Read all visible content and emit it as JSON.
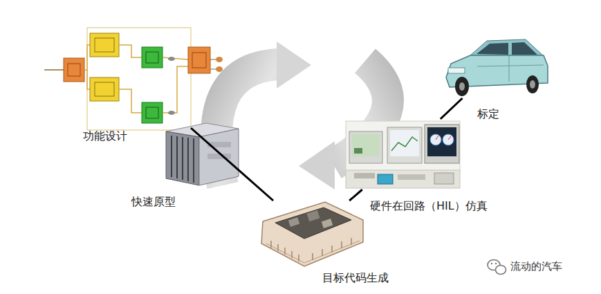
{
  "diagram": {
    "nodes": [
      {
        "text": [
          "功能设计"
        ]
      },
      {
        "text": [
          "快速原型"
        ]
      },
      {
        "text": [
          "目标代码生成"
        ]
      },
      {
        "text": [
          "硬件在回路（HIL）仿真"
        ]
      },
      {
        "text": [
          "标定"
        ]
      }
    ],
    "edges": [
      {
        "from": 0,
        "to": 2,
        "arrow": "none"
      },
      {
        "from": 2,
        "to": 3,
        "arrow": "none"
      },
      {
        "from": 3,
        "to": 4,
        "arrow": "none"
      }
    ],
    "labels": [
      "流动的汽车"
    ]
  }
}
